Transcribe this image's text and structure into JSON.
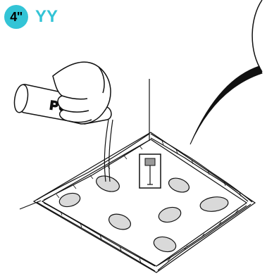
{
  "step": {
    "number": "4\"",
    "code": "YY"
  },
  "bottle": {
    "label": "PUR"
  },
  "colors": {
    "accent": "#33c4d6",
    "line": "#111111",
    "pur_blob_fill": "#d9d9d9"
  }
}
